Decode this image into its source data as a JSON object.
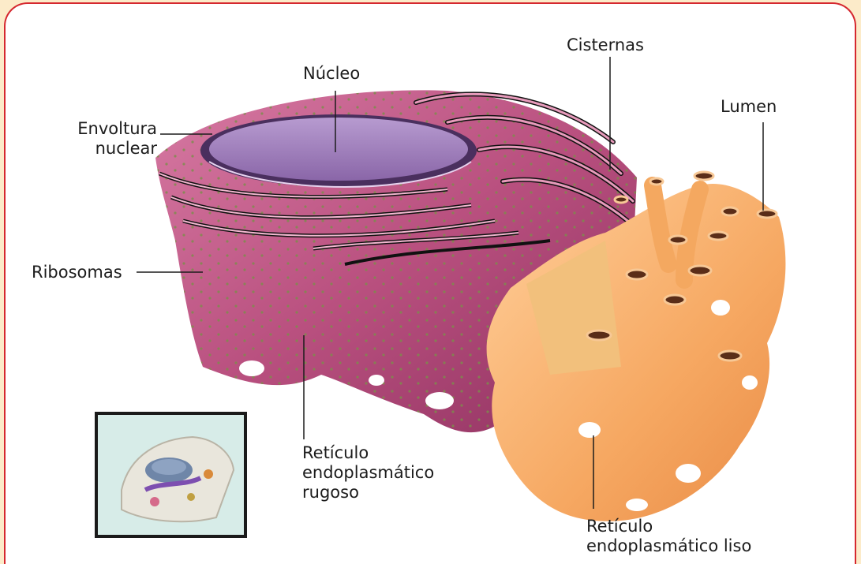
{
  "labels": {
    "nucleo": "Núcleo",
    "cisternas": "Cisternas",
    "lumen": "Lumen",
    "envoltura_line1": "Envoltura",
    "envoltura_line2": "nuclear",
    "ribosomas": "Ribosomas",
    "rer_line1": "Retículo",
    "rer_line2": "endoplasmático",
    "rer_line3": "rugoso",
    "ser_line1": "Retículo",
    "ser_line2": "endoplasmático liso"
  },
  "colors": {
    "page_background": "#fcebc9",
    "frame_border": "#d5282f",
    "rough_er": "#c25a86",
    "smooth_er": "#f4a860",
    "nucleus": "#9a7ab8"
  }
}
